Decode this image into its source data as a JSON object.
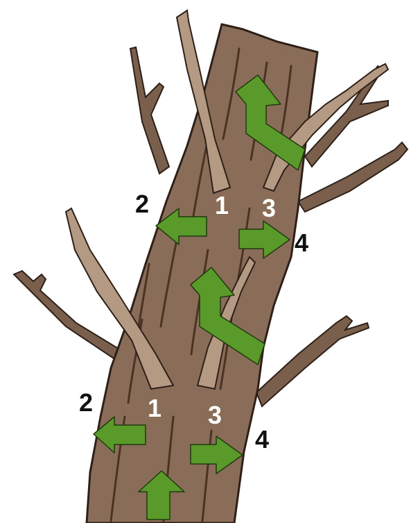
{
  "labels": {
    "upper": {
      "one": "1",
      "two": "2",
      "three": "3",
      "four": "4"
    },
    "lower": {
      "one": "1",
      "two": "2",
      "three": "3",
      "four": "4"
    }
  },
  "colors": {
    "arrow_fill": "#5a9a2a",
    "arrow_stroke": "#1f3a0d",
    "bark": "#8a6d58",
    "bark_dark": "#4a3324",
    "bark_outline": "#2e2018",
    "shoot": "#b49a82",
    "background": "#ffffff"
  }
}
